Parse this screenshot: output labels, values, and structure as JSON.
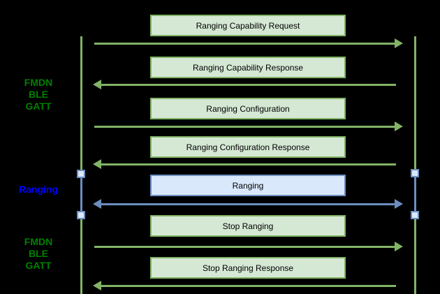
{
  "colors": {
    "background": "#000000",
    "green_fill": "#d5e8d4",
    "green_stroke": "#82b366",
    "blue_fill": "#dae8fc",
    "blue_stroke": "#6c8ebf",
    "green_text": "#008000",
    "blue_text": "#0000ff"
  },
  "phases": [
    {
      "lines": [
        "FMDN",
        "BLE",
        "GATT"
      ]
    },
    {
      "lines": [
        "Ranging"
      ]
    },
    {
      "lines": [
        "FMDN",
        "BLE",
        "GATT"
      ]
    }
  ],
  "messages": [
    {
      "label": "Ranging Capability Request",
      "direction": "right",
      "color": "green"
    },
    {
      "label": "Ranging Capability Response",
      "direction": "left",
      "color": "green"
    },
    {
      "label": "Ranging Configuration",
      "direction": "right",
      "color": "green"
    },
    {
      "label": "Ranging Configuration Response",
      "direction": "left",
      "color": "green"
    },
    {
      "label": "Ranging",
      "direction": "both",
      "color": "blue"
    },
    {
      "label": "Stop Ranging",
      "direction": "right",
      "color": "green"
    },
    {
      "label": "Stop Ranging Response",
      "direction": "left",
      "color": "green"
    }
  ]
}
